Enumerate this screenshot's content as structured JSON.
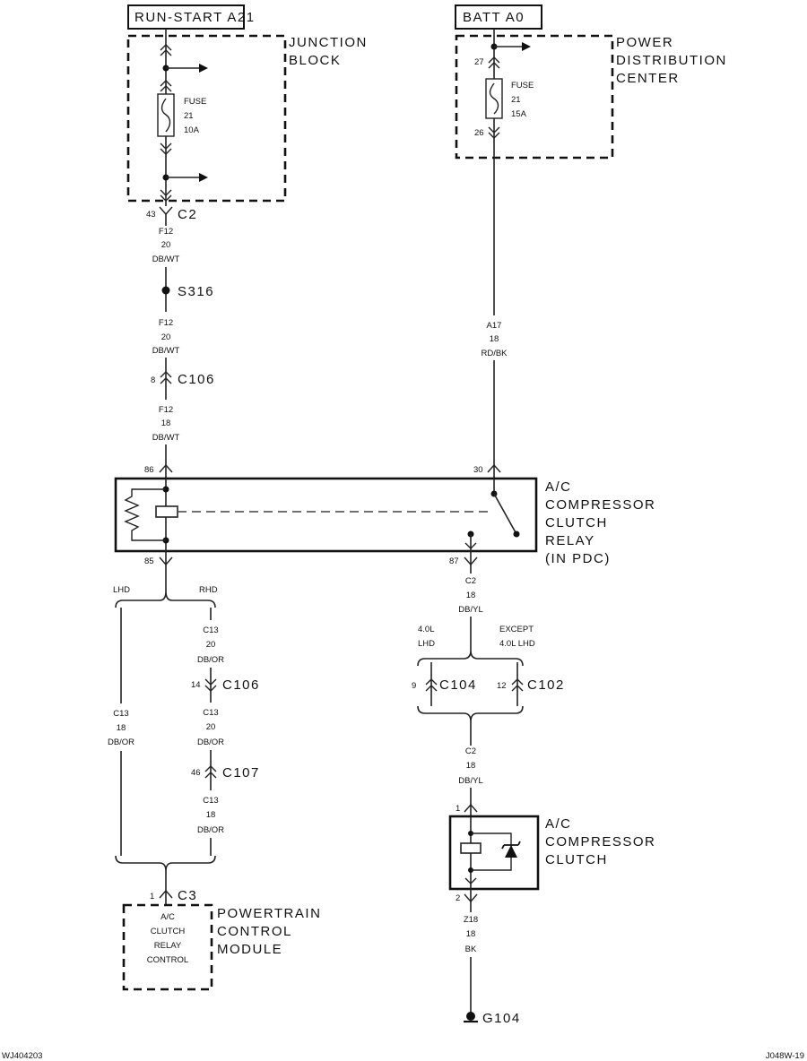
{
  "sources": {
    "run_start": "RUN-START A21",
    "batt": "BATT A0"
  },
  "junction_block": {
    "label_line1": "JUNCTION",
    "label_line2": "BLOCK",
    "fuse_line1": "FUSE",
    "fuse_line2": "21",
    "fuse_line3": "10A"
  },
  "pdc": {
    "label_line1": "POWER",
    "label_line2": "DISTRIBUTION",
    "label_line3": "CENTER",
    "fuse_line1": "FUSE",
    "fuse_line2": "21",
    "fuse_line3": "15A",
    "pin_top": "27",
    "pin_bottom": "26"
  },
  "left_branch": {
    "c2_pin": "43",
    "c2": "C2",
    "wire1": [
      "F12",
      "20",
      "DB/WT"
    ],
    "splice": "S316",
    "wire2": [
      "F12",
      "20",
      "DB/WT"
    ],
    "c106_pin": "8",
    "c106": "C106",
    "wire3": [
      "F12",
      "18",
      "DB/WT"
    ]
  },
  "right_branch": {
    "wire": [
      "A17",
      "18",
      "RD/BK"
    ]
  },
  "relay": {
    "pin86": "86",
    "pin85": "85",
    "pin30": "30",
    "pin87": "87",
    "label_line1": "A/C",
    "label_line2": "COMPRESSOR",
    "label_line3": "CLUTCH",
    "label_line4": "RELAY",
    "label_line5": "(IN PDC)"
  },
  "pcm_branch": {
    "lhd": "LHD",
    "rhd": "RHD",
    "lhd_wire": [
      "C13",
      "18",
      "DB/OR"
    ],
    "rhd_wire1": [
      "C13",
      "20",
      "DB/OR"
    ],
    "c106_pin": "14",
    "c106": "C106",
    "rhd_wire2": [
      "C13",
      "20",
      "DB/OR"
    ],
    "c107_pin": "46",
    "c107": "C107",
    "rhd_wire3": [
      "C13",
      "18",
      "DB/OR"
    ],
    "c3_pin": "1",
    "c3": "C3"
  },
  "pcm": {
    "inner_line1": "A/C",
    "inner_line2": "CLUTCH",
    "inner_line3": "RELAY",
    "inner_line4": "CONTROL",
    "label_line1": "POWERTRAIN",
    "label_line2": "CONTROL",
    "label_line3": "MODULE"
  },
  "clutch_branch": {
    "wire1": [
      "C2",
      "18",
      "DB/YL"
    ],
    "opt_a_line1": "4.0L",
    "opt_a_line2": "LHD",
    "opt_b_line1": "EXCEPT",
    "opt_b_line2": "4.0L LHD",
    "c104_pin": "9",
    "c104": "C104",
    "c102_pin": "12",
    "c102": "C102",
    "wire2": [
      "C2",
      "18",
      "DB/YL"
    ]
  },
  "clutch": {
    "pin1": "1",
    "pin2": "2",
    "label_line1": "A/C",
    "label_line2": "COMPRESSOR",
    "label_line3": "CLUTCH",
    "ground_wire": [
      "Z18",
      "18",
      "BK"
    ],
    "ground": "G104"
  },
  "footer": {
    "left_code": "WJ404203",
    "right_code": "J048W-19"
  }
}
